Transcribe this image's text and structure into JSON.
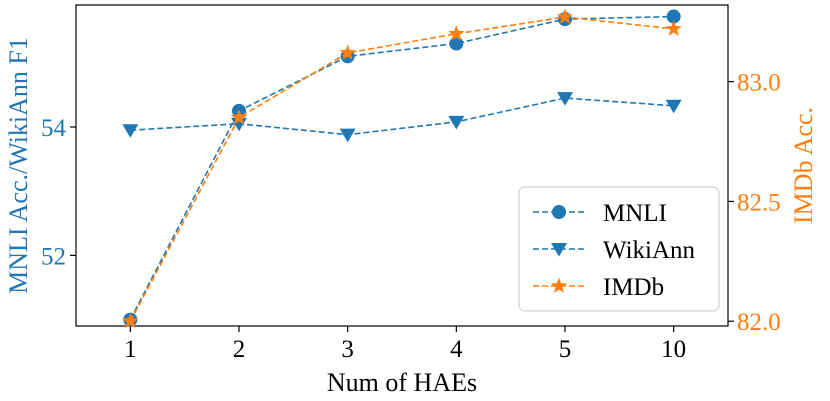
{
  "chart_data": {
    "type": "line",
    "title": "",
    "xlabel": "Num of HAEs",
    "ylabel_left": "MNLI Acc./WikiAnn F1",
    "ylabel_right": "IMDb Acc.",
    "categories": [
      "1",
      "2",
      "3",
      "4",
      "5",
      "10"
    ],
    "ylim_left": [
      50.9,
      55.9
    ],
    "ylim_right": [
      81.98,
      83.32
    ],
    "yticks_left": [
      52,
      54
    ],
    "yticks_right": [
      82.0,
      82.5,
      83.0
    ],
    "ytick_labels_right": [
      "82.0",
      "82.5",
      "83.0"
    ],
    "grid": false,
    "legend_position": "lower-right",
    "colors": {
      "blue": "#1f77b4",
      "orange": "#ff7f0e"
    },
    "series": [
      {
        "name": "MNLI",
        "axis": "left",
        "marker": "circle",
        "color": "#1f77b4",
        "values": [
          51.0,
          54.25,
          55.1,
          55.3,
          55.68,
          55.72
        ]
      },
      {
        "name": "WikiAnn",
        "axis": "left",
        "marker": "triangle-down",
        "color": "#1f77b4",
        "values": [
          53.95,
          54.05,
          53.88,
          54.08,
          54.45,
          54.33
        ]
      },
      {
        "name": "IMDb",
        "axis": "right",
        "marker": "star",
        "color": "#ff7f0e",
        "values": [
          82.0,
          82.85,
          83.12,
          83.2,
          83.27,
          83.22
        ]
      }
    ]
  }
}
